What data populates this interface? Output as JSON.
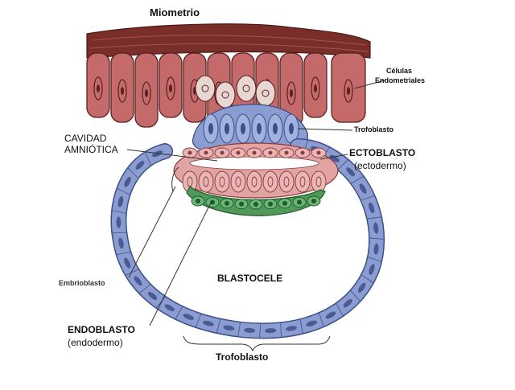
{
  "labels": {
    "miometrio": "Miometrio",
    "celulas_line1": "Células",
    "celulas_line2": "Endometriales",
    "trofoblasto_top": "Trofoblasto",
    "cavidad_line1": "CAVIDAD",
    "cavidad_line2": "AMNIÓTICA",
    "ectoblasto": "ECTOBLASTO",
    "ectodermo": "(ectodermo)",
    "embrioblasto": "Embrioblasto",
    "blastocele": "BLASTOCELE",
    "endoblasto": "ENDOBLASTO",
    "endodermo": "(endodermo)",
    "trofoblasto_bottom": "Trofoblasto"
  },
  "colors": {
    "myometrium": "#7a2e2a",
    "endometrial_cell": "#c46a6a",
    "trophoblast": "#8a9cd0",
    "ectoblast": "#e2a3a3",
    "endoblast": "#4f9a5a",
    "line": "#333333"
  }
}
